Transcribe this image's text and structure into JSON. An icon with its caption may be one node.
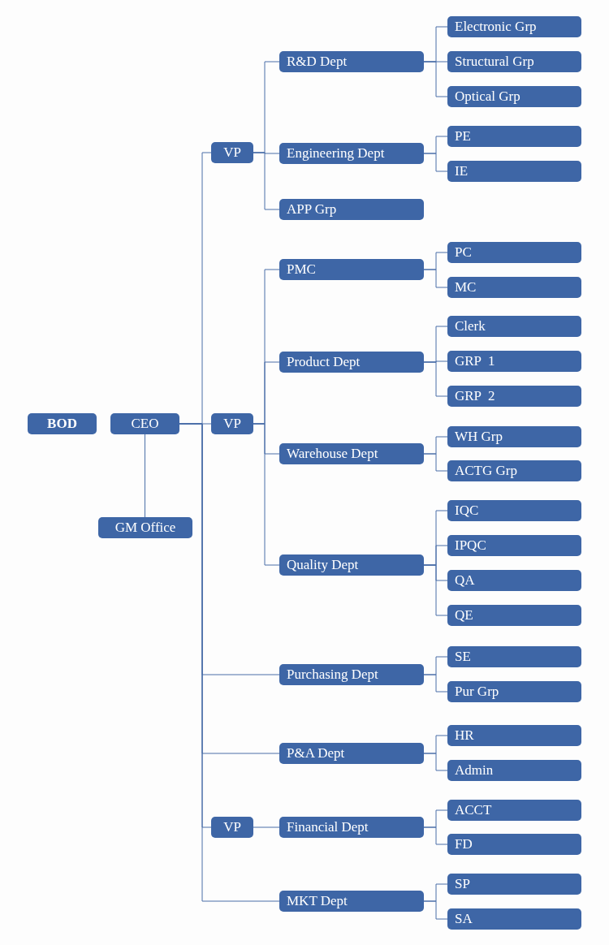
{
  "diagram": {
    "nodes": [
      {
        "text": [
          "BOD"
        ]
      },
      {
        "text": [
          "CEO"
        ]
      },
      {
        "text": [
          "GM Office"
        ]
      },
      {
        "text": [
          "VP"
        ]
      },
      {
        "text": [
          "R&D Dept"
        ]
      },
      {
        "text": [
          "Electronic Grp"
        ]
      },
      {
        "text": [
          "Structural Grp"
        ]
      },
      {
        "text": [
          "Optical Grp"
        ]
      },
      {
        "text": [
          "Engineering Dept"
        ]
      },
      {
        "text": [
          "PE"
        ]
      },
      {
        "text": [
          "IE"
        ]
      },
      {
        "text": [
          "APP Grp"
        ]
      },
      {
        "text": [
          "VP"
        ]
      },
      {
        "text": [
          "PMC"
        ]
      },
      {
        "text": [
          "PC"
        ]
      },
      {
        "text": [
          "MC"
        ]
      },
      {
        "text": [
          "Product Dept"
        ]
      },
      {
        "text": [
          "Clerk"
        ]
      },
      {
        "text": [
          "GRP  1"
        ]
      },
      {
        "text": [
          "GRP  2"
        ]
      },
      {
        "text": [
          "Warehouse Dept"
        ]
      },
      {
        "text": [
          "WH Grp"
        ]
      },
      {
        "text": [
          "ACTG Grp"
        ]
      },
      {
        "text": [
          "Quality Dept"
        ]
      },
      {
        "text": [
          "IQC"
        ]
      },
      {
        "text": [
          "IPQC"
        ]
      },
      {
        "text": [
          "QA"
        ]
      },
      {
        "text": [
          "QE"
        ]
      },
      {
        "text": [
          "Purchasing Dept"
        ]
      },
      {
        "text": [
          "SE"
        ]
      },
      {
        "text": [
          "Pur Grp"
        ]
      },
      {
        "text": [
          "P&A Dept"
        ]
      },
      {
        "text": [
          "HR"
        ]
      },
      {
        "text": [
          "Admin"
        ]
      },
      {
        "text": [
          "VP"
        ]
      },
      {
        "text": [
          "Financial Dept"
        ]
      },
      {
        "text": [
          "ACCT"
        ]
      },
      {
        "text": [
          "FD"
        ]
      },
      {
        "text": [
          "MKT Dept"
        ]
      },
      {
        "text": [
          "SP"
        ]
      },
      {
        "text": [
          "SA"
        ]
      }
    ],
    "edges": [
      {
        "from": 1,
        "to": 2,
        "arrow": "none"
      },
      {
        "from": 1,
        "to": 3,
        "arrow": "none"
      },
      {
        "from": 1,
        "to": 12,
        "arrow": "none"
      },
      {
        "from": 1,
        "to": 28,
        "arrow": "none"
      },
      {
        "from": 1,
        "to": 31,
        "arrow": "none"
      },
      {
        "from": 1,
        "to": 34,
        "arrow": "none"
      },
      {
        "from": 1,
        "to": 38,
        "arrow": "none"
      },
      {
        "from": 3,
        "to": 4,
        "arrow": "none"
      },
      {
        "from": 3,
        "to": 8,
        "arrow": "none"
      },
      {
        "from": 3,
        "to": 11,
        "arrow": "none"
      },
      {
        "from": 4,
        "to": 5,
        "arrow": "none"
      },
      {
        "from": 4,
        "to": 6,
        "arrow": "none"
      },
      {
        "from": 4,
        "to": 7,
        "arrow": "none"
      },
      {
        "from": 8,
        "to": 9,
        "arrow": "none"
      },
      {
        "from": 8,
        "to": 10,
        "arrow": "none"
      },
      {
        "from": 12,
        "to": 13,
        "arrow": "none"
      },
      {
        "from": 12,
        "to": 16,
        "arrow": "none"
      },
      {
        "from": 12,
        "to": 20,
        "arrow": "none"
      },
      {
        "from": 12,
        "to": 23,
        "arrow": "none"
      },
      {
        "from": 13,
        "to": 14,
        "arrow": "none"
      },
      {
        "from": 13,
        "to": 15,
        "arrow": "none"
      },
      {
        "from": 16,
        "to": 17,
        "arrow": "none"
      },
      {
        "from": 16,
        "to": 18,
        "arrow": "none"
      },
      {
        "from": 16,
        "to": 19,
        "arrow": "none"
      },
      {
        "from": 20,
        "to": 21,
        "arrow": "none"
      },
      {
        "from": 20,
        "to": 22,
        "arrow": "none"
      },
      {
        "from": 23,
        "to": 24,
        "arrow": "none"
      },
      {
        "from": 23,
        "to": 25,
        "arrow": "none"
      },
      {
        "from": 23,
        "to": 26,
        "arrow": "none"
      },
      {
        "from": 23,
        "to": 27,
        "arrow": "none"
      },
      {
        "from": 28,
        "to": 29,
        "arrow": "none"
      },
      {
        "from": 28,
        "to": 30,
        "arrow": "none"
      },
      {
        "from": 31,
        "to": 32,
        "arrow": "none"
      },
      {
        "from": 31,
        "to": 33,
        "arrow": "none"
      },
      {
        "from": 34,
        "to": 35,
        "arrow": "none"
      },
      {
        "from": 35,
        "to": 36,
        "arrow": "none"
      },
      {
        "from": 35,
        "to": 37,
        "arrow": "none"
      },
      {
        "from": 38,
        "to": 39,
        "arrow": "none"
      },
      {
        "from": 38,
        "to": 40,
        "arrow": "none"
      }
    ]
  }
}
